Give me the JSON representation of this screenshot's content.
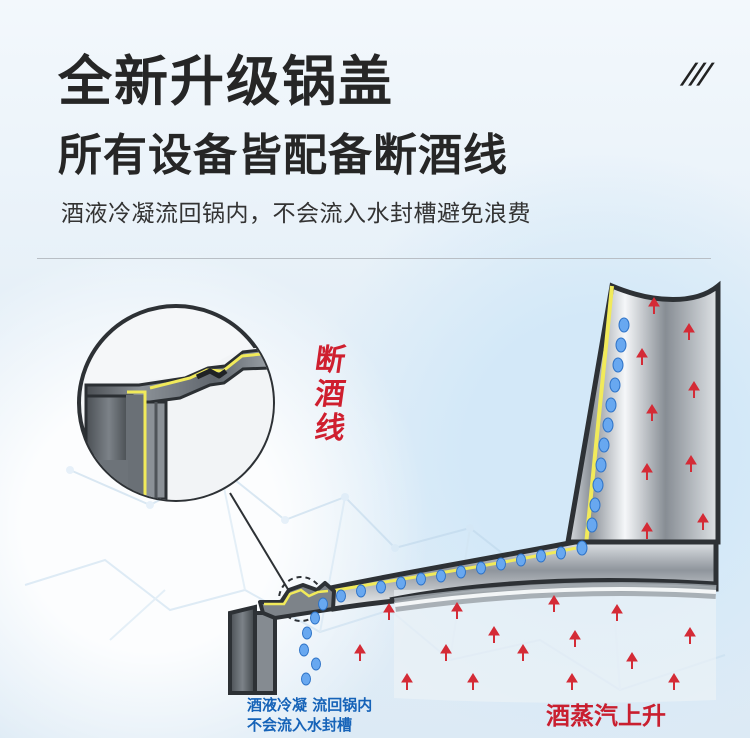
{
  "header": {
    "title_line_1": "全新升级锅盖",
    "title_line_2": "所有设备皆配备断酒线",
    "subtitle": "酒液冷凝流回锅内，不会流入水封槽避免浪费",
    "corner_marks": "///"
  },
  "labels": {
    "vertical_chars": [
      "断",
      "酒",
      "线"
    ],
    "blue_caption": [
      "酒液冷凝 流回锅内",
      "不会流入水封槽"
    ],
    "red_caption": "酒蒸汽上升"
  }
}
